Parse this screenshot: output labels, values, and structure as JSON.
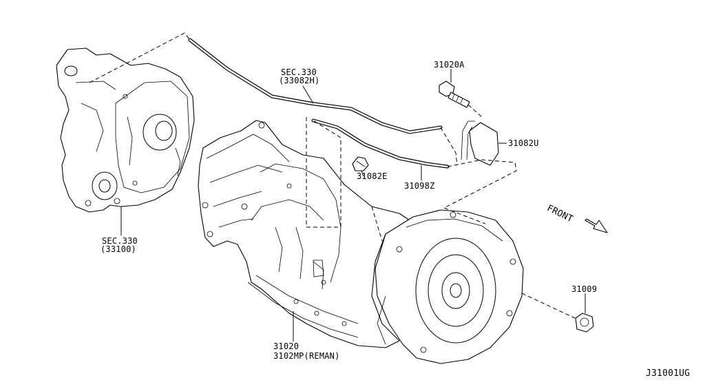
{
  "labels": {
    "sec330_top": "SEC.330",
    "sec330_top_code": "(33082H)",
    "p31020a": "31020A",
    "p31082u": "31082U",
    "p31082e": "31082E",
    "p31098z": "31098Z",
    "front": "FRONT",
    "sec330_left": "SEC.330",
    "sec330_left_code": "(33100)",
    "p31009": "31009",
    "p31020": "31020",
    "p3102mp": "3102MP(REMAN)",
    "diagram_id": "J31001UG"
  }
}
